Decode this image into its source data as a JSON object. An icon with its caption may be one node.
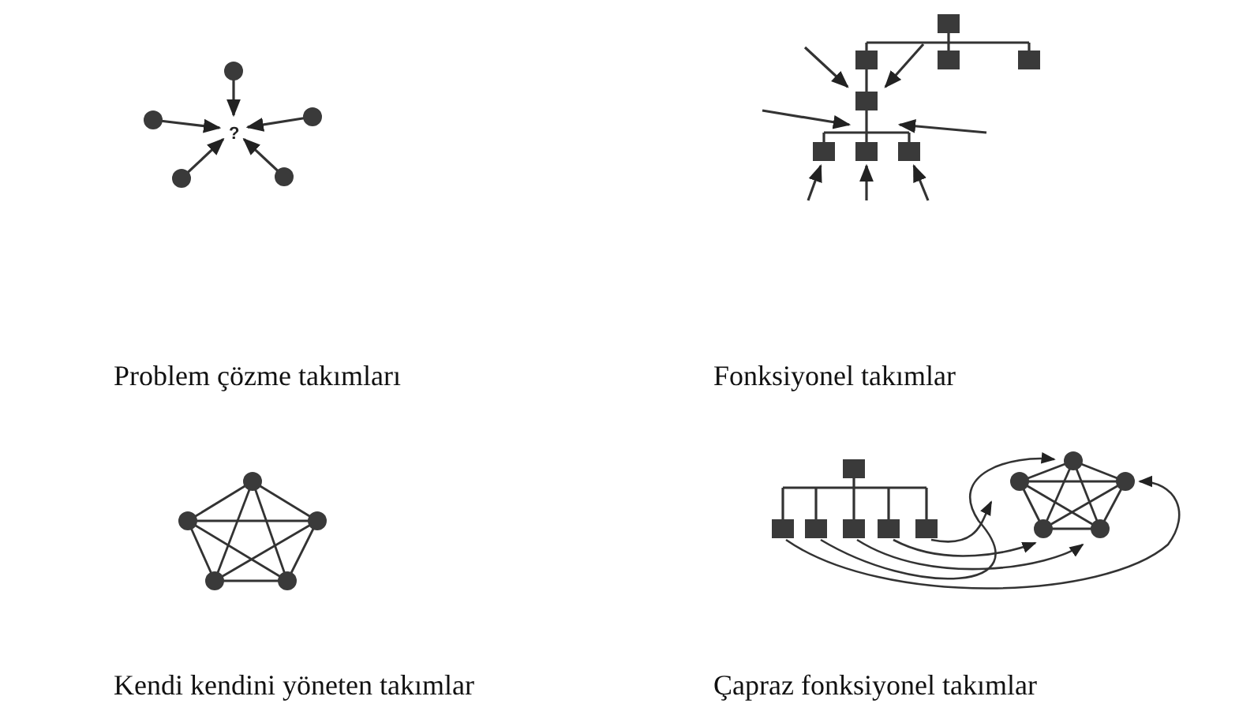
{
  "diagram": {
    "labels": [
      "?",
      "Problem çözme takımları",
      "Fonksiyonel takımlar",
      "Kendi kendini yöneten takımlar",
      "Çapraz fonksiyonel takımlar"
    ]
  }
}
